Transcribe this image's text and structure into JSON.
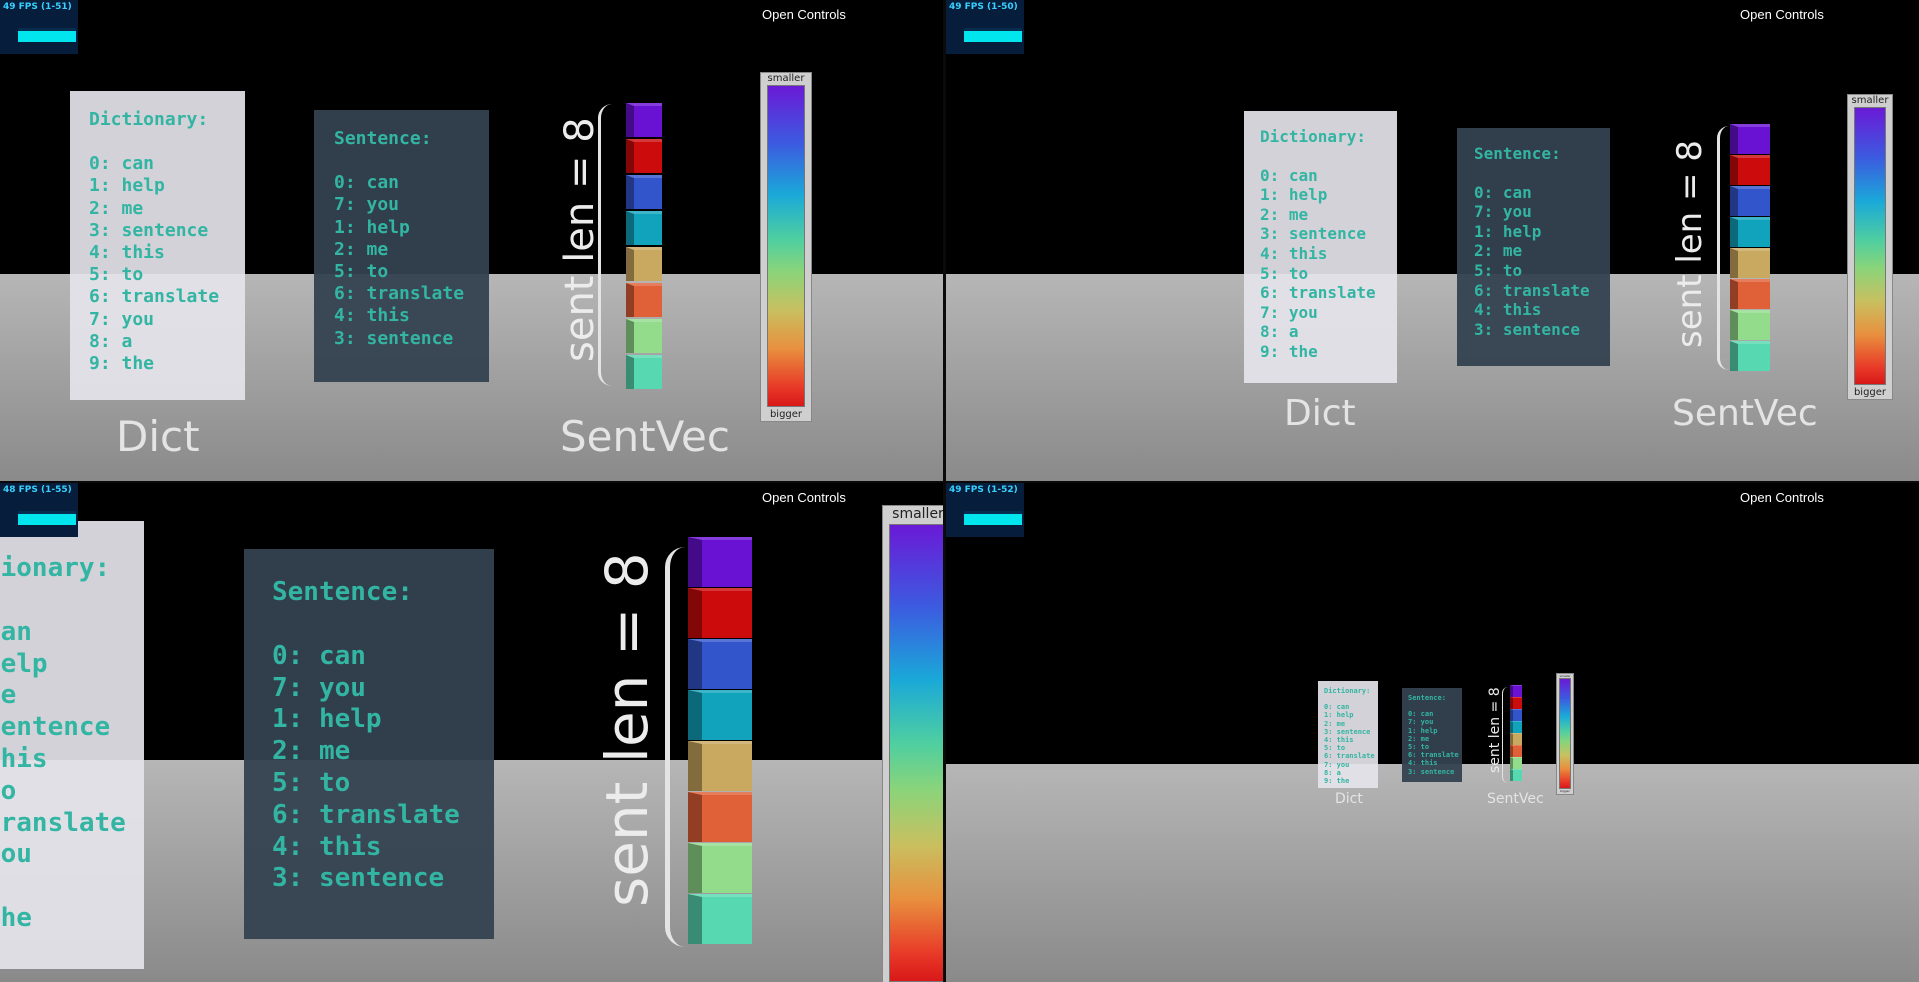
{
  "views": [
    {
      "fps": "49 FPS (1-51)",
      "controls": "Open Controls"
    },
    {
      "fps": "49 FPS (1-50)",
      "controls": "Open Controls"
    },
    {
      "fps": "48 FPS (1-55)",
      "controls": "Open Controls"
    },
    {
      "fps": "49 FPS (1-52)",
      "controls": "Open Controls"
    }
  ],
  "dictionary": {
    "title": "Dictionary:",
    "entries": [
      "0: can",
      "1: help",
      "2: me",
      "3: sentence",
      "4: this",
      "5: to",
      "6: translate",
      "7: you",
      "8: a",
      "9: the"
    ]
  },
  "sentence": {
    "title": "Sentence:",
    "entries": [
      "0: can",
      "7: you",
      "1: help",
      "2: me",
      "5: to",
      "6: translate",
      "4: this",
      "3: sentence"
    ]
  },
  "labels": {
    "dict": "Dict",
    "sentvec": "SentVec",
    "sent_len": "sent len = 8",
    "legend_top": "smaller",
    "legend_bottom": "bigger"
  },
  "colors": {
    "cubes": [
      "#6a12d4",
      "#cc0c0c",
      "#3355cc",
      "#12a3bc",
      "#c9a860",
      "#e06038",
      "#92dc8c",
      "#58d8b0"
    ],
    "text": "#33b5a3"
  }
}
